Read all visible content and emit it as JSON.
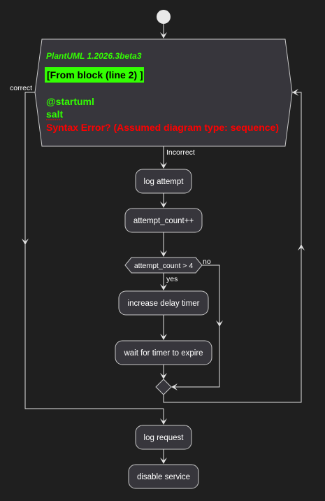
{
  "error_block": {
    "version": "PlantUML 1.2026.3beta3",
    "block_label": "[From block (line 2) ]",
    "line_startuml": "@startuml",
    "line_salt": "salt",
    "error_text": " Syntax Error? (Assumed diagram type: sequence)"
  },
  "edges": {
    "correct": "correct",
    "incorrect": "Incorrect",
    "yes": "yes",
    "no": "no"
  },
  "nodes": {
    "log_attempt": "log attempt",
    "attempt_count": "attempt_count++",
    "condition": "attempt_count > 4",
    "increase_delay": "increase delay timer",
    "wait_timer": "wait for timer to expire",
    "log_request": "log request",
    "disable_service": "disable service"
  },
  "colors": {
    "background": "#1f1f1f",
    "node_fill": "#37363c",
    "node_border": "#c8c8c8",
    "error_green": "#33ff02",
    "error_red": "#ff0000"
  }
}
